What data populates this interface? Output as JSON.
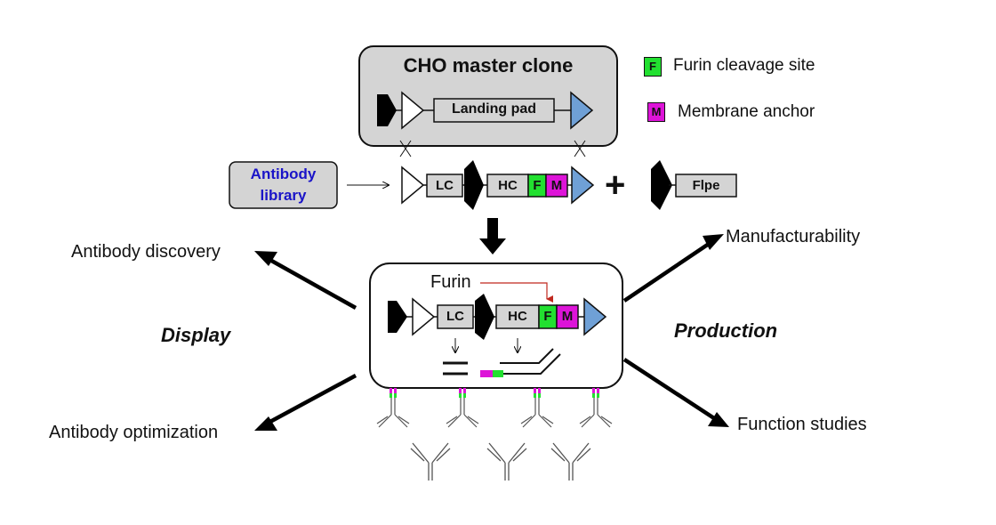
{
  "master_clone": {
    "title": "CHO master clone",
    "landing_pad_label": "Landing pad"
  },
  "legend": {
    "furin": {
      "chip": "F",
      "label": "Furin cleavage site",
      "color": "#22e030"
    },
    "membrane": {
      "chip": "M",
      "label": "Membrane anchor",
      "color": "#dd14d8"
    }
  },
  "library": {
    "line1": "Antibody",
    "line2": "library"
  },
  "construct": {
    "lc": "LC",
    "hc": "HC",
    "f": "F",
    "m": "M",
    "plus": "+",
    "flpe": "Flpe"
  },
  "cell": {
    "furin_label": "Furin",
    "lc": "LC",
    "hc": "HC",
    "f": "F",
    "m": "M"
  },
  "display": {
    "mode": "Display",
    "discovery": "Antibody discovery",
    "optimization": "Antibody optimization"
  },
  "production": {
    "mode": "Production",
    "manufacturability": "Manufacturability",
    "function": "Function studies"
  },
  "colors": {
    "gray_box": "#d4d4d4",
    "blue_triangle": "#6fa0d6",
    "arrow_black": "#000000",
    "furin_arrow": "#c0281e",
    "library_text": "#1a14c8"
  },
  "icons": [
    "promoter-arrow-icon",
    "frt-triangle-icon",
    "antibody-icon",
    "cross-icon"
  ]
}
